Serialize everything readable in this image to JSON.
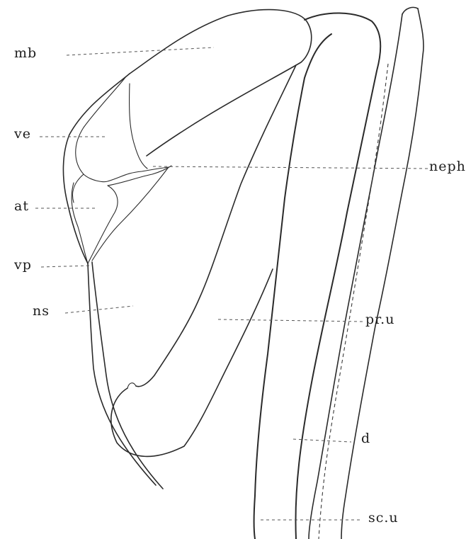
{
  "labels": {
    "mb": "mb",
    "ve": "ve",
    "at": "at",
    "vp": "vp",
    "ns": "ns",
    "neph": "neph",
    "pr_u": "pr.u",
    "d": "d",
    "sc_u": "sc.u"
  }
}
